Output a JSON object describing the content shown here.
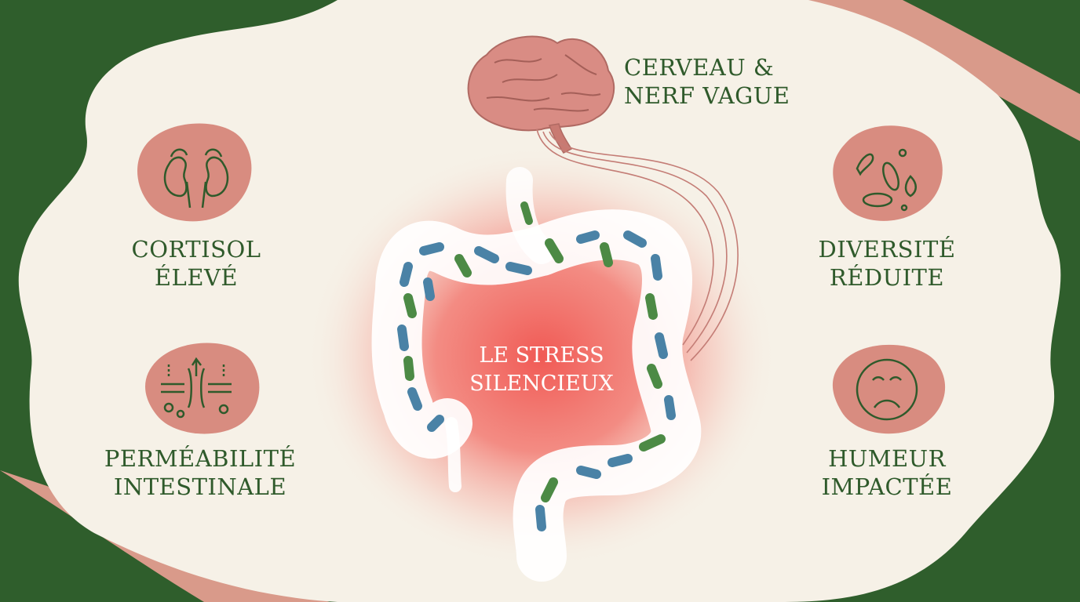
{
  "center": {
    "line1": "LE STRESS",
    "line2": "SILENCIEUX"
  },
  "brain_label": {
    "line1": "CERVEAU &",
    "line2": "NERF VAGUE"
  },
  "items": [
    {
      "line1": "CORTISOL",
      "line2": "ÉLEVÉ",
      "icon": "kidneys-adrenal-icon"
    },
    {
      "line1": "PERMÉABILITÉ",
      "line2": "INTESTINALE",
      "icon": "intestinal-barrier-icon"
    },
    {
      "line1": "DIVERSITÉ",
      "line2": "RÉDUITE",
      "icon": "bacteria-icon"
    },
    {
      "line1": "HUMEUR",
      "line2": "IMPACTÉE",
      "icon": "sad-face-icon"
    }
  ],
  "colors": {
    "frame_green": "#2f5e2c",
    "cream": "#f6f1e7",
    "rose": "#d99a8a",
    "blob_rose": "#d88c80",
    "text_green": "#2f5a2b",
    "brain": "#d98c84",
    "glow": "#f0524d",
    "bacteria_blue": "#4a82a6",
    "bacteria_green": "#4c8a45"
  }
}
